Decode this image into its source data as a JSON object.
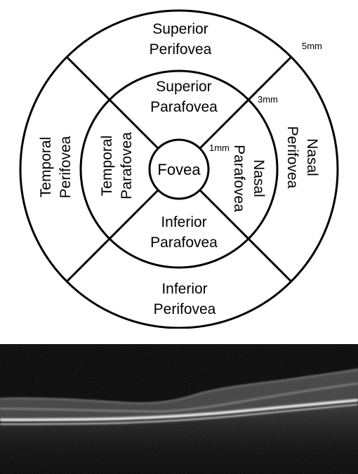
{
  "diagram": {
    "center_label": "Fovea",
    "radius_labels": [
      "5mm",
      "3mm",
      "1mm"
    ],
    "sectors": {
      "superior_perifovea": [
        "Superior",
        "Perifovea"
      ],
      "inferior_perifovea": [
        "Inferior",
        "Perifovea"
      ],
      "temporal_perifovea": [
        "Temporal",
        "Perifovea"
      ],
      "nasal_perifovea": [
        "Nasal",
        "Perifovea"
      ],
      "superior_parafovea": [
        "Superior",
        "Parafovea"
      ],
      "inferior_parafovea": [
        "Inferior",
        "Parafovea"
      ],
      "temporal_parafovea": [
        "Temporal",
        "Parafovea"
      ],
      "nasal_parafovea": [
        "Nasal",
        "Parafovea"
      ]
    }
  },
  "scan": {
    "background_color": "#0b0b0b",
    "band_color": "#f2f2f2"
  }
}
